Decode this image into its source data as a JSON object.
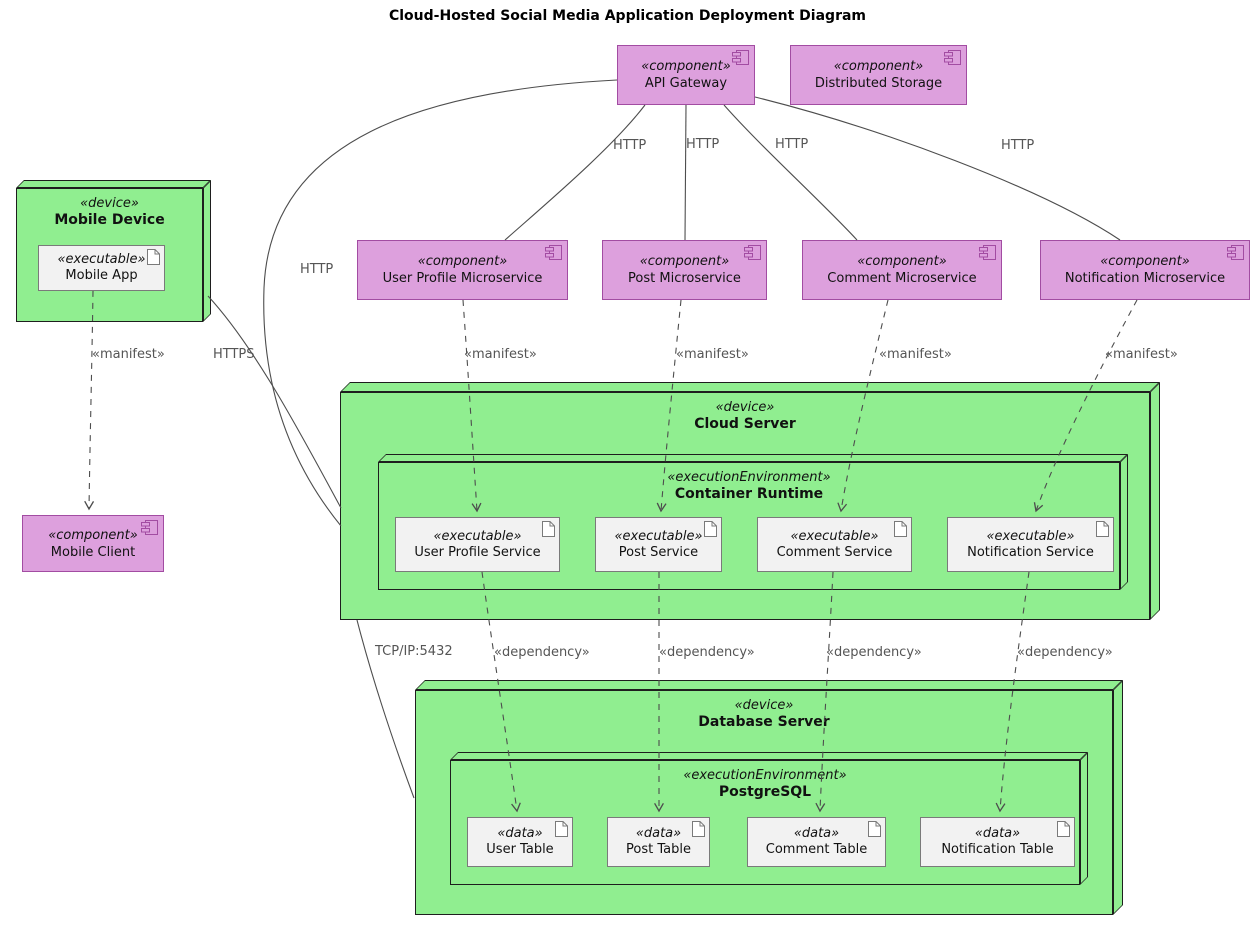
{
  "title": "Cloud-Hosted Social Media Application Deployment Diagram",
  "colors": {
    "component_fill": "#DDA0DD",
    "component_border": "#A24CA2",
    "device_fill": "#90EE90",
    "device_border": "#1E1E1E",
    "artifact_fill": "#F2F2F2",
    "artifact_border": "#7A7A7A",
    "edge_line": "#4D4D4D",
    "edge_label": "#555555"
  },
  "nodes": {
    "api_gateway": {
      "stereotype": "«component»",
      "name": "API Gateway"
    },
    "distributed_storage": {
      "stereotype": "«component»",
      "name": "Distributed Storage"
    },
    "user_profile_microservice": {
      "stereotype": "«component»",
      "name": "User Profile Microservice"
    },
    "post_microservice": {
      "stereotype": "«component»",
      "name": "Post Microservice"
    },
    "comment_microservice": {
      "stereotype": "«component»",
      "name": "Comment Microservice"
    },
    "notification_microservice": {
      "stereotype": "«component»",
      "name": "Notification Microservice"
    },
    "mobile_client": {
      "stereotype": "«component»",
      "name": "Mobile Client"
    },
    "mobile_device": {
      "stereotype": "«device»",
      "name": "Mobile Device"
    },
    "cloud_server": {
      "stereotype": "«device»",
      "name": "Cloud Server"
    },
    "database_server": {
      "stereotype": "«device»",
      "name": "Database Server"
    },
    "container_runtime": {
      "stereotype": "«executionEnvironment»",
      "name": "Container Runtime"
    },
    "postgresql": {
      "stereotype": "«executionEnvironment»",
      "name": "PostgreSQL"
    },
    "mobile_app": {
      "stereotype": "«executable»",
      "name": "Mobile App"
    },
    "user_profile_service": {
      "stereotype": "«executable»",
      "name": "User Profile Service"
    },
    "post_service": {
      "stereotype": "«executable»",
      "name": "Post Service"
    },
    "comment_service": {
      "stereotype": "«executable»",
      "name": "Comment Service"
    },
    "notification_service": {
      "stereotype": "«executable»",
      "name": "Notification Service"
    },
    "user_table": {
      "stereotype": "«data»",
      "name": "User Table"
    },
    "post_table": {
      "stereotype": "«data»",
      "name": "Post Table"
    },
    "comment_table": {
      "stereotype": "«data»",
      "name": "Comment Table"
    },
    "notification_table": {
      "stereotype": "«data»",
      "name": "Notification Table"
    }
  },
  "edge_labels": {
    "http_user": "HTTP",
    "http_post": "HTTP",
    "http_comment": "HTTP",
    "http_notification": "HTTP",
    "http_cloud": "HTTP",
    "https_mobile": "HTTPS",
    "tcp": "TCP/IP:5432",
    "manifest_mobile": "«manifest»",
    "manifest_user": "«manifest»",
    "manifest_post": "«manifest»",
    "manifest_comment": "«manifest»",
    "manifest_notification": "«manifest»",
    "dependency_user": "«dependency»",
    "dependency_post": "«dependency»",
    "dependency_comment": "«dependency»",
    "dependency_notification": "«dependency»"
  }
}
